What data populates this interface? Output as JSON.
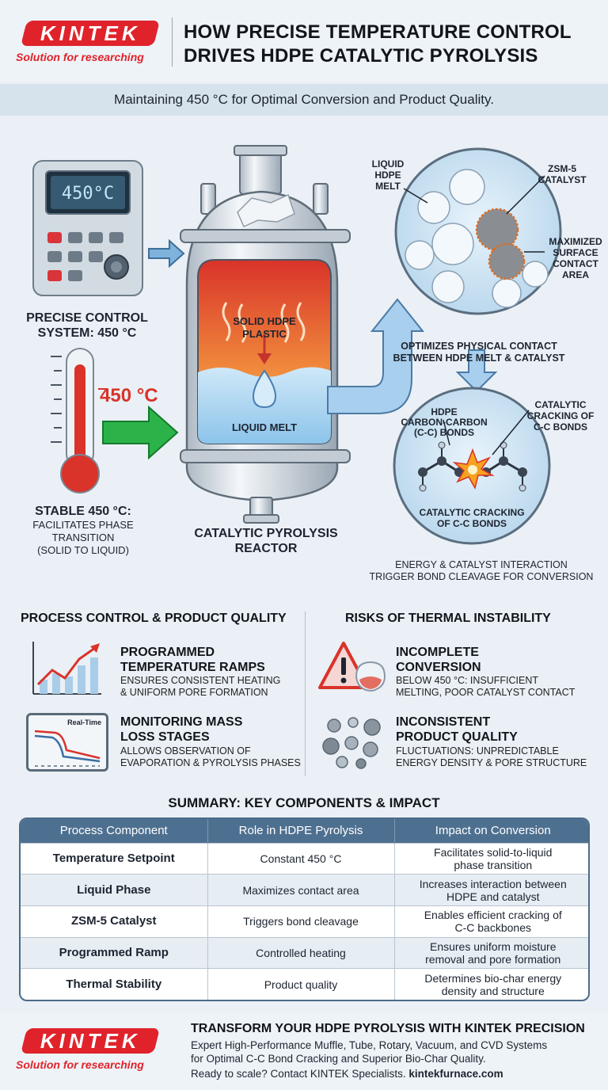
{
  "brand": {
    "name": "KINTEK",
    "tagline": "Solution for researching"
  },
  "header": {
    "title_line1": "HOW PRECISE TEMPERATURE CONTROL",
    "title_line2": "DRIVES HDPE CATALYTIC PYROLYSIS",
    "subtitle": "Maintaining 450 °C for Optimal Conversion and Product Quality."
  },
  "hero": {
    "controller_display": "450°C",
    "controller_label_line1": "PRECISE CONTROL",
    "controller_label_line2": "SYSTEM: 450 °C",
    "thermometer_value": "450 °C",
    "stable_label": "STABLE 450 °C:",
    "stable_desc_line1": "FACILITATES PHASE",
    "stable_desc_line2": "TRANSITION",
    "stable_desc_line3": "(SOLID TO LIQUID)",
    "reactor_solid_line1": "SOLID HDPE",
    "reactor_solid_line2": "PLASTIC",
    "reactor_liquid": "LIQUID MELT",
    "reactor_label_line1": "CATALYTIC PYROLYSIS",
    "reactor_label_line2": "REACTOR",
    "melt_label_line1": "LIQUID",
    "melt_label_line2": "HDPE",
    "melt_label_line3": "MELT",
    "catalyst_label_line1": "ZSM-5",
    "catalyst_label_line2": "CATALYST",
    "surface_label_line1": "MAXIMIZED",
    "surface_label_line2": "SURFACE",
    "surface_label_line3": "CONTACT",
    "surface_label_line4": "AREA",
    "contact_caption_line1": "OPTIMIZES PHYSICAL CONTACT",
    "contact_caption_line2": "BETWEEN HDPE MELT & CATALYST",
    "bonds_label_line1": "HDPE",
    "bonds_label_line2": "CARBON-CARBON",
    "bonds_label_line3": "(C-C) BONDS",
    "cracking_label_line1": "CATALYTIC",
    "cracking_label_line2": "CRACKING OF",
    "cracking_label_line3": "C-C BONDS",
    "cracking_inner_line1": "CATALYTIC CRACKING",
    "cracking_inner_line2": "OF C-C BONDS",
    "cleavage_caption_line1": "ENERGY & CATALYST INTERACTION",
    "cleavage_caption_line2": "TRIGGER BOND CLEAVAGE FOR CONVERSION"
  },
  "process_control": {
    "title": "PROCESS CONTROL & PRODUCT QUALITY",
    "items": [
      {
        "title_line1": "PROGRAMMED",
        "title_line2": "TEMPERATURE RAMPS",
        "desc_line1": "ENSURES CONSISTENT HEATING",
        "desc_line2": "& UNIFORM PORE FORMATION"
      },
      {
        "title_line1": "MONITORING MASS",
        "title_line2": "LOSS STAGES",
        "desc_line1": "ALLOWS OBSERVATION OF",
        "desc_line2": "EVAPORATION & PYROLYSIS PHASES",
        "monitor_label": "Real-Time"
      }
    ]
  },
  "risks": {
    "title": "RISKS OF THERMAL INSTABILITY",
    "items": [
      {
        "title_line1": "INCOMPLETE",
        "title_line2": "CONVERSION",
        "desc_line1": "BELOW 450 °C: INSUFFICIENT",
        "desc_line2": "MELTING, POOR CATALYST CONTACT"
      },
      {
        "title_line1": "INCONSISTENT",
        "title_line2": "PRODUCT QUALITY",
        "desc_line1": "FLUCTUATIONS: UNPREDICTABLE",
        "desc_line2": "ENERGY DENSITY & PORE STRUCTURE"
      }
    ]
  },
  "summary": {
    "title": "SUMMARY: KEY COMPONENTS & IMPACT",
    "headers": [
      "Process Component",
      "Role in HDPE Pyrolysis",
      "Impact on Conversion"
    ],
    "rows": [
      {
        "component": "Temperature Setpoint",
        "role": "Constant 450 °C",
        "impact_line1": "Facilitates solid-to-liquid",
        "impact_line2": "phase transition"
      },
      {
        "component": "Liquid Phase",
        "role": "Maximizes contact area",
        "impact_line1": "Increases interaction between",
        "impact_line2": "HDPE and catalyst"
      },
      {
        "component": "ZSM-5 Catalyst",
        "role": "Triggers bond cleavage",
        "impact_line1": "Enables efficient cracking of",
        "impact_line2": "C-C backbones"
      },
      {
        "component": "Programmed Ramp",
        "role": "Controlled heating",
        "impact_line1": "Ensures uniform moisture",
        "impact_line2": "removal and pore formation"
      },
      {
        "component": "Thermal Stability",
        "role": "Product quality",
        "impact_line1": "Determines bio-char energy",
        "impact_line2": "density and structure"
      }
    ]
  },
  "footer": {
    "title": "TRANSFORM YOUR HDPE PYROLYSIS WITH KINTEK PRECISION",
    "desc_line1": "Expert High-Performance Muffle, Tube, Rotary, Vacuum, and CVD Systems",
    "desc_line2": "for Optimal C-C Bond Cracking and Superior Bio-Char Quality.",
    "cta_text": "Ready to scale? Contact KINTEK Specialists.",
    "cta_link": "kintekfurnace.com"
  },
  "colors": {
    "brand_red": "#e0232b",
    "table_header": "#4e7090",
    "hot_red": "#d9332a",
    "melt_blue": "#a9d4f0",
    "arrow_green": "#2bb34a"
  }
}
